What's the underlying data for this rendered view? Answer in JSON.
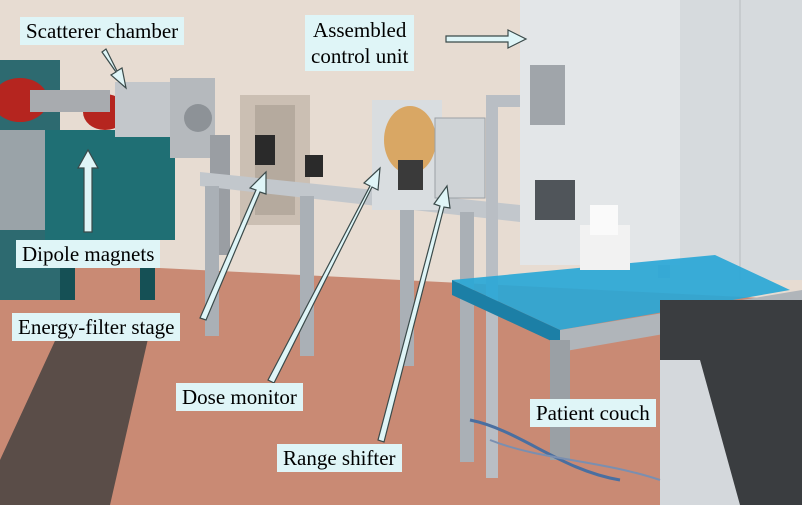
{
  "photo": {
    "colors": {
      "floor": "#c98a74",
      "wall": "#e7dcd2",
      "frame": "#b9bec4",
      "couch_top": "#2aa7d6",
      "rack": "#e3e6e8",
      "magnet_red": "#b5251f",
      "beamline_teal": "#1f6f74",
      "label_bg": "#dff5f7"
    },
    "labels": {
      "scatterer_chamber": "Scatterer chamber",
      "assembled_control_unit_line1": "Assembled",
      "assembled_control_unit_line2": "control unit",
      "dipole_magnets": "Dipole magnets",
      "energy_filter_stage": "Energy-filter stage",
      "dose_monitor": "Dose monitor",
      "range_shifter": "Range shifter",
      "patient_couch": "Patient couch"
    }
  }
}
